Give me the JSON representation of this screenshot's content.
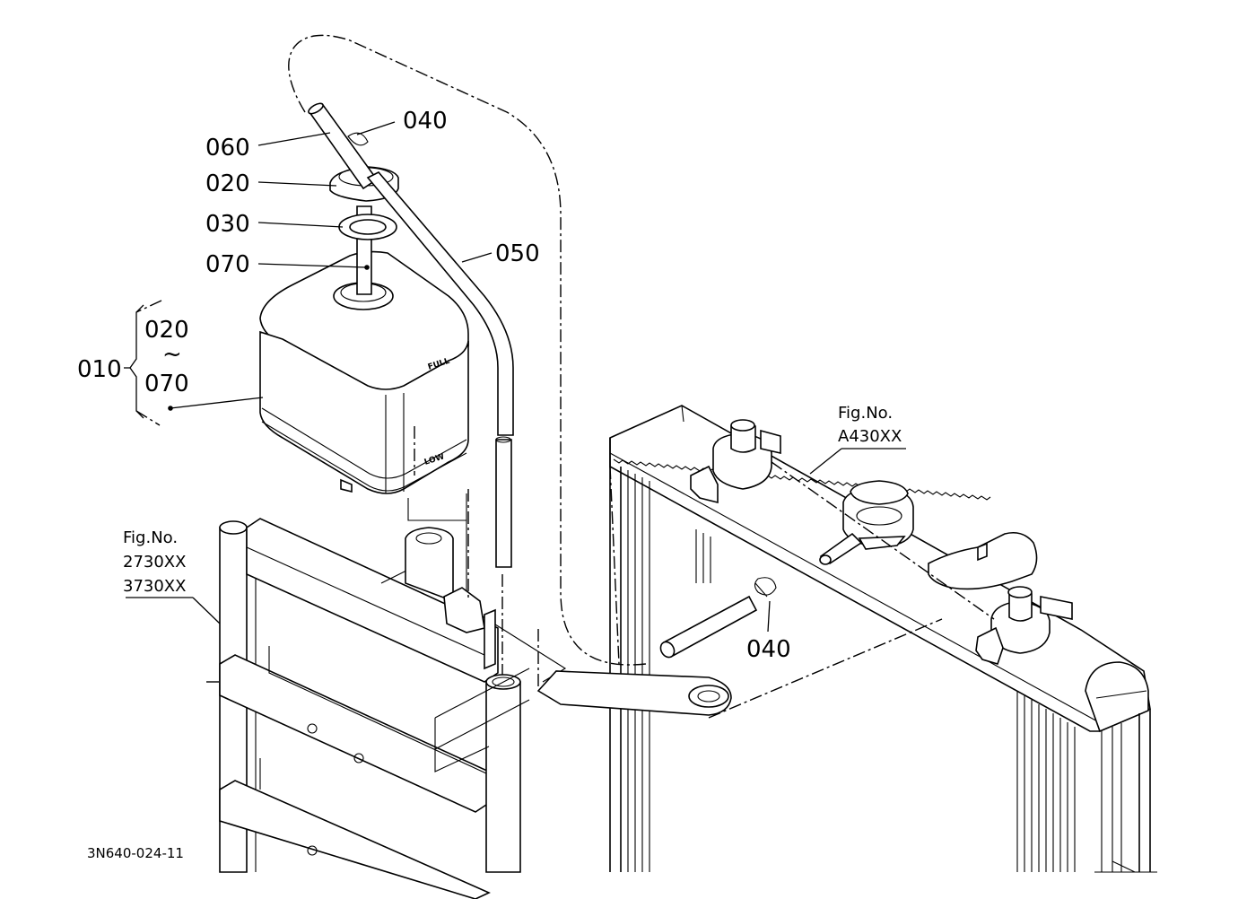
{
  "callouts": {
    "c040_top": "040",
    "c060": "060",
    "c020": "020",
    "c030": "030",
    "c070": "070",
    "c050": "050",
    "c010": "010",
    "c010_from": "020",
    "c010_tilde": "~",
    "c010_to": "070",
    "c040_bottom": "040"
  },
  "tank_marks": {
    "full": "FULL",
    "low": "LOW"
  },
  "references": {
    "radiator_label": "Fig.No.",
    "radiator_number": "A430XX",
    "frame_label": "Fig.No.",
    "frame_number_1": "2730XX",
    "frame_number_2": "3730XX"
  },
  "drawing_code": "3N640-024-11"
}
